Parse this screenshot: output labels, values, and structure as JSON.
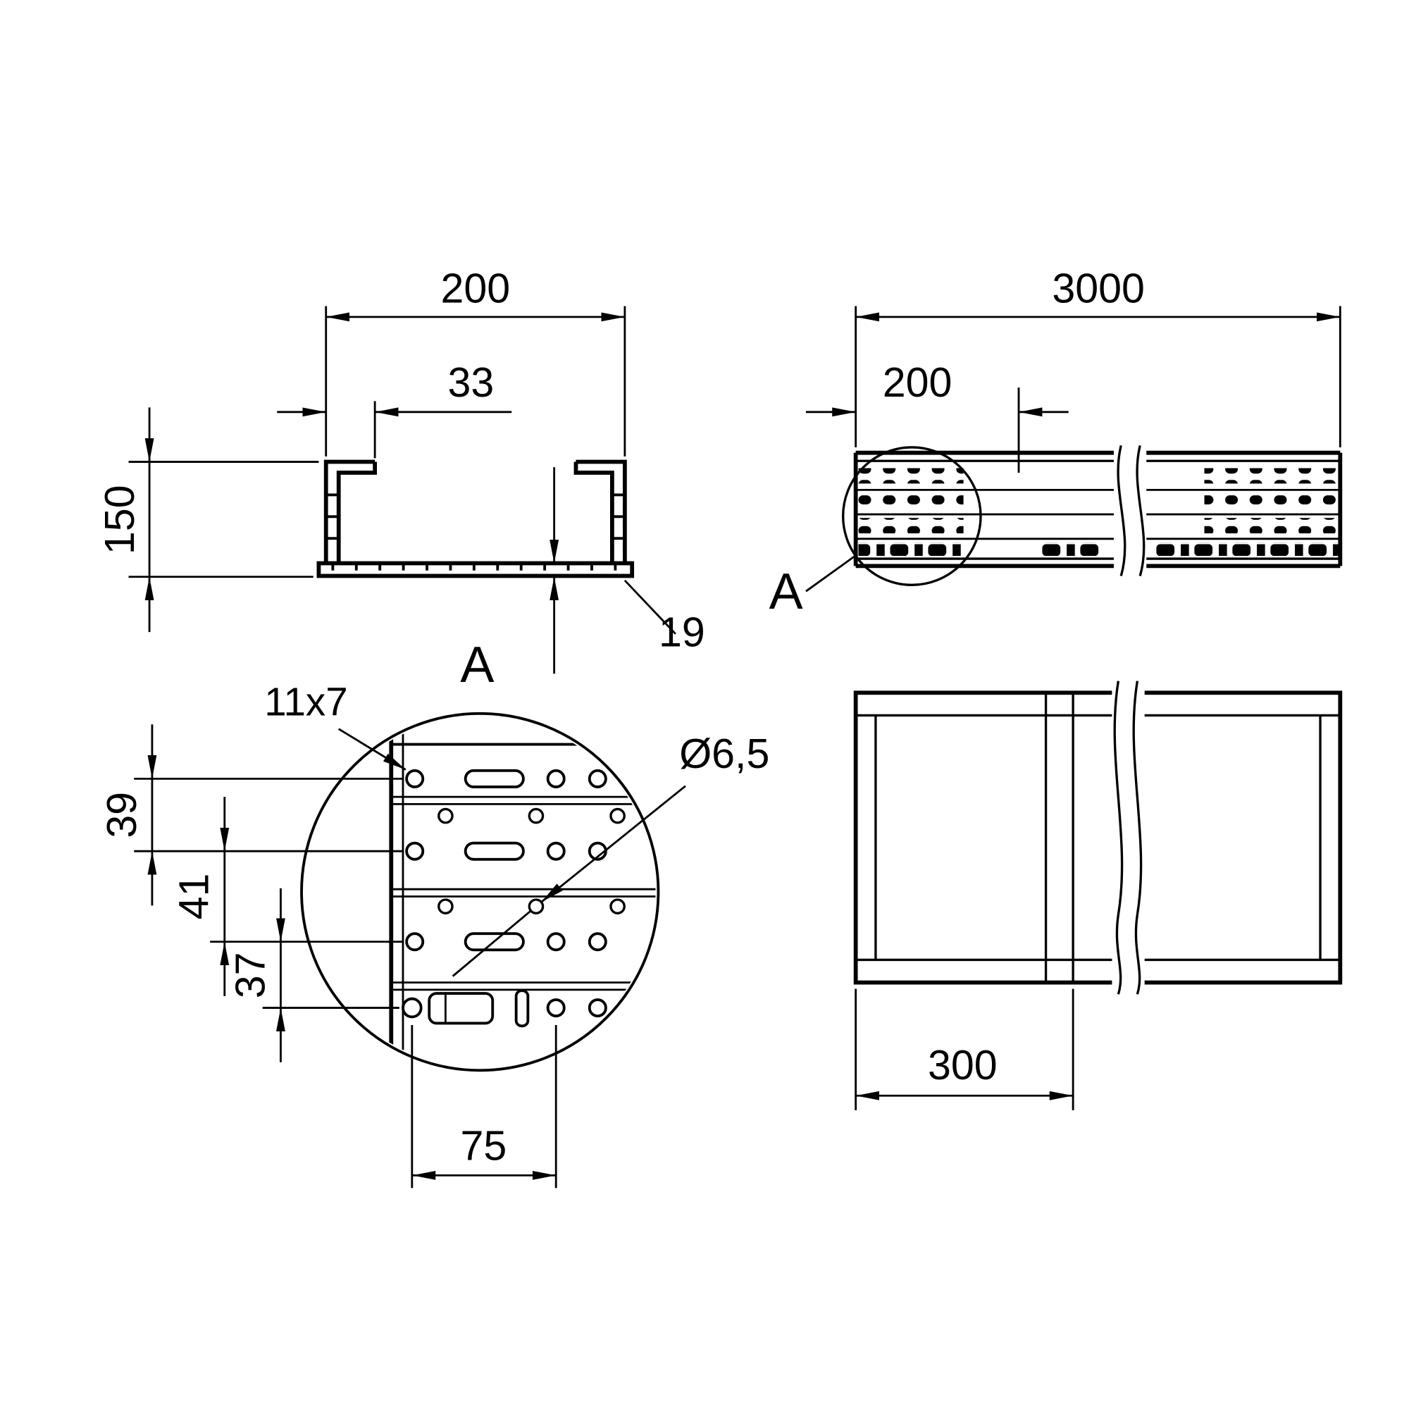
{
  "drawing": {
    "background": "#ffffff",
    "line_color": "#000000",
    "cross_section": {
      "width": "200",
      "flange": "33",
      "height": "150",
      "base_thickness": "19"
    },
    "side_view": {
      "length": "3000",
      "end_offset": "200",
      "detail_ref": "A"
    },
    "detail_view": {
      "title": "A",
      "slot_size": "11x7",
      "hole_diameter": "Ø6,5",
      "pitch_39": "39",
      "pitch_41": "41",
      "pitch_37": "37",
      "hole_spacing": "75"
    },
    "plan_view": {
      "spacing": "300"
    }
  }
}
